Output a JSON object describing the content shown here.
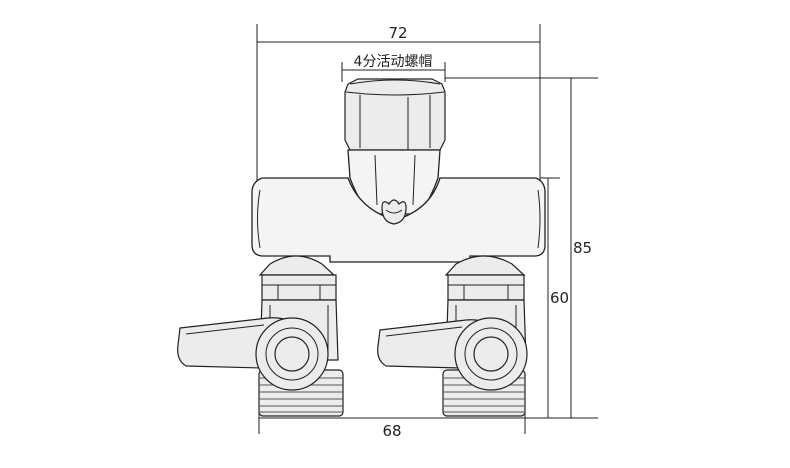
{
  "dimensions": {
    "top_width": "72",
    "nut_label": "4分活动螺帽",
    "total_height": "85",
    "valve_height": "60",
    "bottom_width": "68"
  }
}
